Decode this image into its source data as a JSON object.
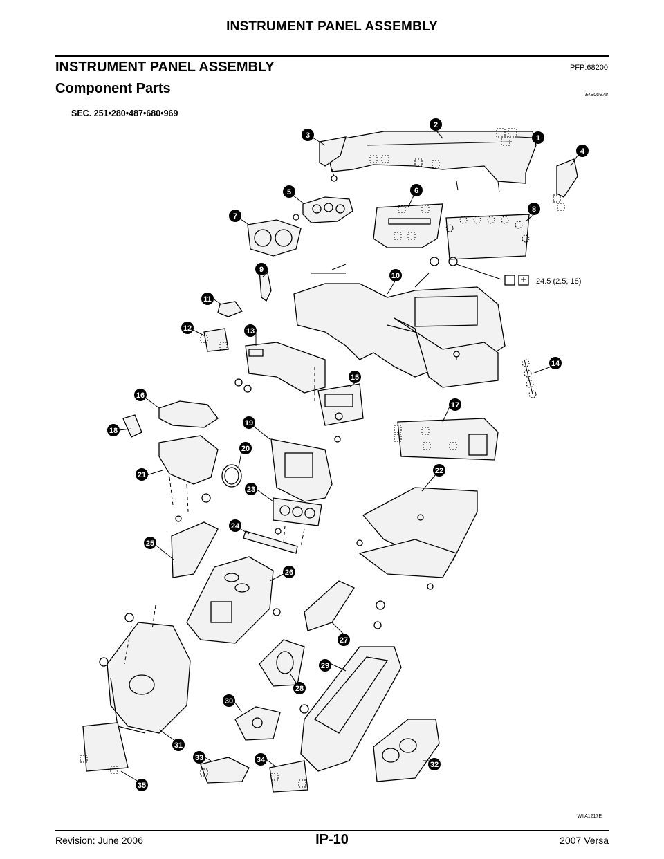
{
  "header": {
    "title": "INSTRUMENT PANEL ASSEMBLY"
  },
  "section": {
    "title": "INSTRUMENT PANEL ASSEMBLY",
    "pfp": "PFP:68200"
  },
  "subsection": {
    "title": "Component Parts",
    "ref": "EIS00978"
  },
  "diagram": {
    "sec_label": "SEC. 251•280•487•680•969",
    "torque": "24.5 (2.5, 18)",
    "figure_id": "WIIA1217E",
    "callouts": [
      "1",
      "2",
      "3",
      "4",
      "5",
      "6",
      "7",
      "8",
      "9",
      "10",
      "11",
      "12",
      "13",
      "14",
      "15",
      "16",
      "17",
      "18",
      "19",
      "20",
      "21",
      "22",
      "23",
      "24",
      "25",
      "26",
      "27",
      "28",
      "29",
      "30",
      "31",
      "32",
      "33",
      "34",
      "35"
    ]
  },
  "footer": {
    "revision": "Revision: June 2006",
    "page": "IP-10",
    "model": "2007 Versa"
  }
}
